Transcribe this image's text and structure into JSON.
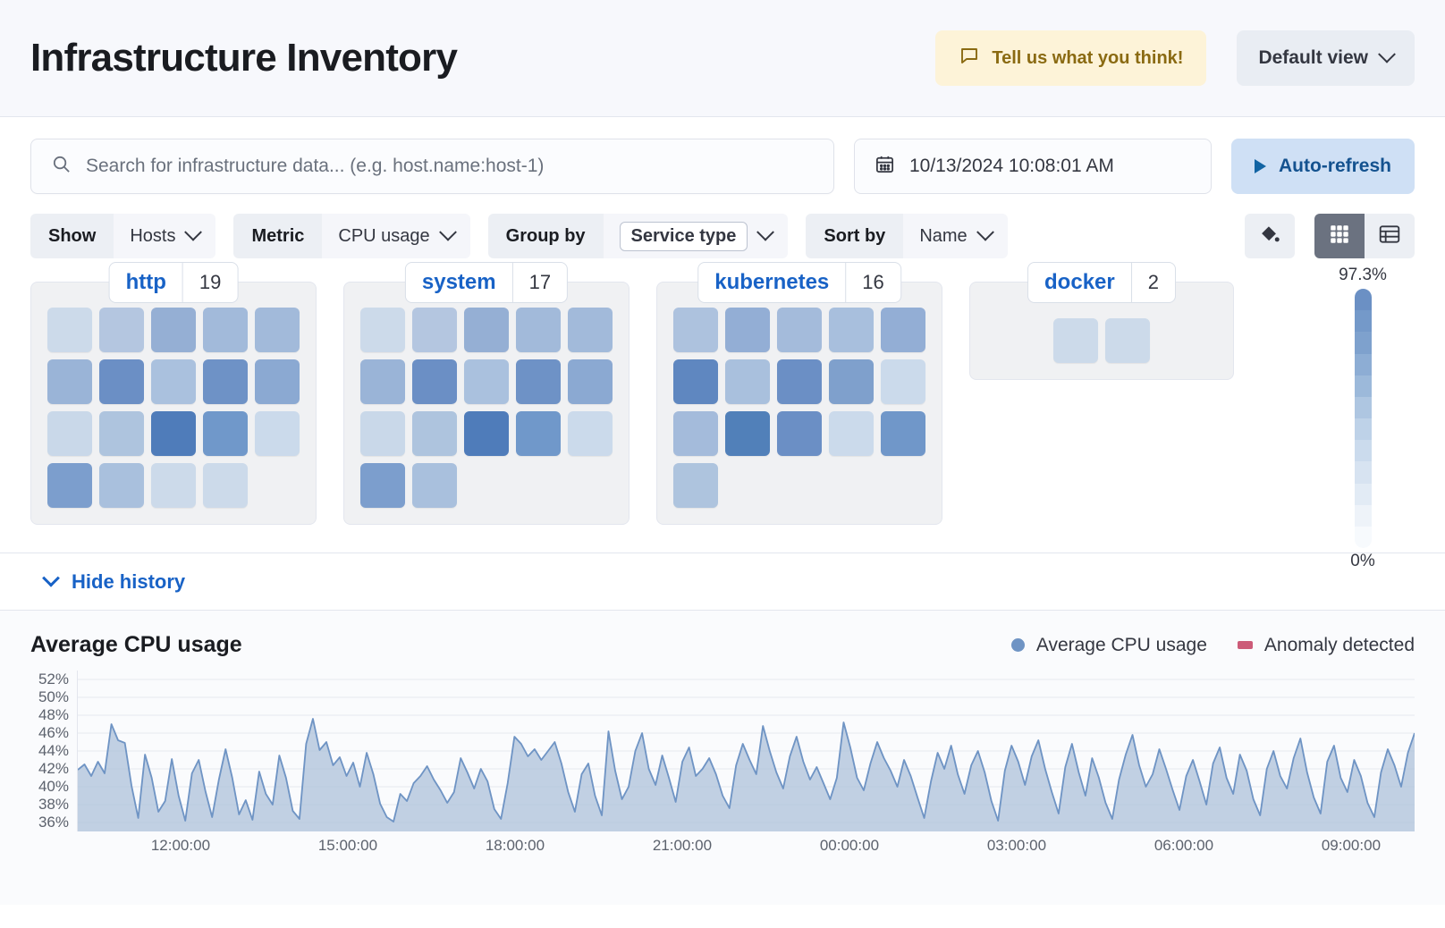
{
  "header": {
    "title": "Infrastructure Inventory",
    "feedback_label": "Tell us what you think!",
    "feedback_icon": "comment-icon",
    "view_label": "Default view",
    "view_chevron_icon": "chevron-down-icon"
  },
  "search": {
    "placeholder": "Search for infrastructure data... (e.g. host.name:host-1)",
    "value": "",
    "icon": "search-icon"
  },
  "datepicker": {
    "value": "10/13/2024 10:08:01 AM",
    "icon": "calendar-icon"
  },
  "refresh": {
    "label": "Auto-refresh",
    "icon": "play-icon"
  },
  "filters": [
    {
      "label": "Show",
      "value": "Hosts",
      "boxed": false,
      "icon": "chevron-down-icon"
    },
    {
      "label": "Metric",
      "value": "CPU usage",
      "boxed": false,
      "icon": "chevron-down-icon"
    },
    {
      "label": "Group by",
      "value": "Service type",
      "boxed": true,
      "icon": "chevron-down-icon"
    },
    {
      "label": "Sort by",
      "value": "Name",
      "boxed": false,
      "icon": "chevron-down-icon"
    }
  ],
  "view_tools": {
    "palette_icon": "paint-bucket-icon",
    "grid_icon": "grid-view-icon",
    "table_icon": "table-view-icon",
    "active_view": "grid"
  },
  "waffle": {
    "legend": {
      "max": "97.3%",
      "min": "0%"
    },
    "colors": {
      "c1": "#d3dfee",
      "c2": "#c8d7ea",
      "c3": "#b0c4e0",
      "c4": "#a4bbdb",
      "c5": "#93aed5",
      "c6": "#7f9fcc",
      "c7": "#6e92c6",
      "c8": "#5c85bf"
    },
    "groups": [
      {
        "name": "http",
        "count": "19",
        "columns": 5,
        "tiles": [
          "#ccdaea",
          "#b4c6e0",
          "#95afd4",
          "#a2bada",
          "#a2bada",
          "#9ab4d7",
          "#6b8fc5",
          "#aac1de",
          "#6e92c6",
          "#8ba9d2",
          "#c9d8e9",
          "#aec4de",
          "#4f7cba",
          "#7098ca",
          "#cbdaeb",
          "#7c9ecd",
          "#a9c0dd",
          "#ccdaea",
          "#ccdaea"
        ]
      },
      {
        "name": "system",
        "count": "17",
        "columns": 5,
        "tiles": [
          "#ccdaea",
          "#b4c6e0",
          "#95afd4",
          "#a2bada",
          "#a2bada",
          "#9ab4d7",
          "#6b8fc5",
          "#aac1de",
          "#6e92c6",
          "#8ba9d2",
          "#c9d8e9",
          "#aec4de",
          "#4f7cba",
          "#7098ca",
          "#cbdaeb",
          "#7c9ecd",
          "#a9c0dd"
        ]
      },
      {
        "name": "kubernetes",
        "count": "16",
        "columns": 5,
        "tiles": [
          "#adc2de",
          "#93aed5",
          "#a4bbdb",
          "#a8bfdd",
          "#93aed5",
          "#5f87c0",
          "#a9c0dd",
          "#6b8fc5",
          "#7fa0cc",
          "#cbdaeb",
          "#a4bbdb",
          "#5180b9",
          "#6b8fc5",
          "#cbdaeb",
          "#7097c9",
          "#aec4de"
        ]
      },
      {
        "name": "docker",
        "count": "2",
        "columns": 2,
        "tiles": [
          "#ccdaea",
          "#ccdaea"
        ]
      }
    ]
  },
  "history_toggle": {
    "label": "Hide history",
    "icon": "chevron-down-icon"
  },
  "chart_data": {
    "type": "area",
    "title": "Average CPU usage",
    "xlabel": "",
    "ylabel": "",
    "grid": true,
    "legend_position": "top-right",
    "legend": [
      {
        "name": "Average CPU usage",
        "marker": "circle",
        "color": "#6f94c4"
      },
      {
        "name": "Anomaly detected",
        "marker": "square",
        "color": "#cc5b78"
      }
    ],
    "ylim": [
      35,
      53
    ],
    "yticks": [
      "52%",
      "50%",
      "48%",
      "46%",
      "44%",
      "42%",
      "40%",
      "38%",
      "36%"
    ],
    "ytick_values": [
      52,
      50,
      48,
      46,
      44,
      42,
      40,
      38,
      36
    ],
    "xticks": [
      "12:00:00",
      "15:00:00",
      "18:00:00",
      "21:00:00",
      "00:00:00",
      "03:00:00",
      "06:00:00",
      "09:00:00"
    ],
    "series": [
      {
        "name": "Average CPU usage",
        "color": "#6f94c4",
        "fill": "#aec1da",
        "values": [
          41.9,
          42.5,
          41.2,
          42.8,
          41.5,
          47.0,
          45.2,
          44.9,
          40.1,
          36.5,
          43.6,
          41.0,
          37.2,
          38.4,
          43.1,
          39.0,
          36.2,
          41.5,
          43.0,
          39.5,
          36.6,
          40.8,
          44.2,
          41.0,
          36.9,
          38.5,
          36.3,
          41.7,
          39.2,
          38.0,
          43.5,
          41.0,
          37.3,
          36.4,
          44.8,
          47.6,
          44.1,
          45.0,
          42.4,
          43.3,
          41.2,
          42.7,
          40.0,
          43.8,
          41.4,
          38.1,
          36.6,
          36.1,
          39.2,
          38.4,
          40.4,
          41.2,
          42.3,
          40.8,
          39.6,
          38.2,
          39.4,
          43.2,
          41.6,
          39.8,
          42.0,
          40.6,
          37.5,
          36.4,
          40.4,
          45.6,
          44.8,
          43.4,
          44.2,
          43.0,
          44.0,
          45.0,
          42.6,
          39.4,
          37.2,
          41.4,
          42.6,
          39.0,
          36.8,
          46.2,
          41.8,
          38.6,
          40.0,
          44.0,
          46.0,
          42.0,
          40.2,
          43.5,
          41.0,
          38.3,
          42.8,
          44.4,
          41.2,
          42.0,
          43.2,
          41.4,
          39.0,
          37.6,
          42.4,
          44.8,
          43.0,
          41.4,
          46.8,
          44.0,
          41.6,
          39.8,
          43.4,
          45.6,
          42.8,
          40.8,
          42.2,
          40.4,
          38.6,
          41.0,
          47.2,
          44.4,
          41.0,
          39.6,
          42.6,
          45.0,
          43.2,
          41.8,
          40.0,
          43.0,
          41.2,
          38.8,
          36.5,
          40.6,
          43.8,
          42.0,
          44.6,
          41.4,
          39.2,
          42.4,
          44.0,
          41.6,
          38.4,
          36.2,
          41.8,
          44.6,
          42.8,
          40.2,
          43.4,
          45.2,
          42.0,
          39.4,
          37.0,
          42.2,
          44.8,
          41.6,
          39.0,
          43.2,
          41.0,
          38.2,
          36.4,
          40.8,
          43.6,
          45.8,
          42.4,
          40.0,
          41.4,
          44.2,
          42.0,
          39.6,
          37.4,
          41.2,
          43.0,
          40.6,
          38.0,
          42.6,
          44.4,
          41.0,
          39.2,
          43.6,
          41.8,
          38.6,
          36.8,
          42.0,
          44.0,
          41.2,
          39.8,
          43.2,
          45.4,
          41.6,
          38.8,
          37.0,
          42.8,
          44.6,
          41.0,
          39.4,
          43.0,
          41.2,
          38.2,
          36.6,
          41.6,
          44.2,
          42.4,
          40.0,
          43.8,
          46.0
        ]
      }
    ]
  }
}
